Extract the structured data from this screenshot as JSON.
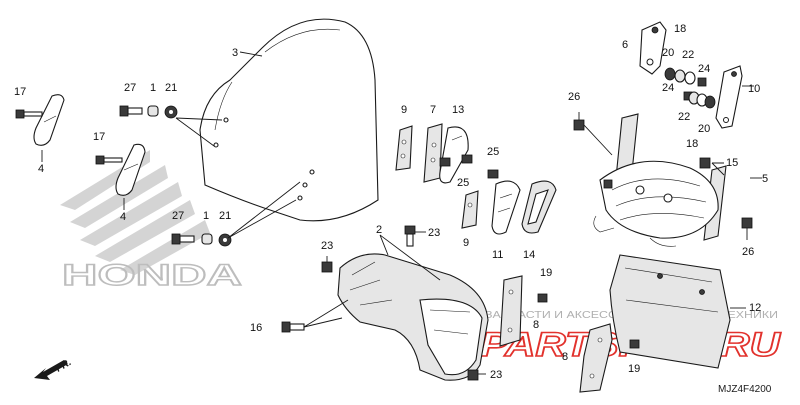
{
  "diagram": {
    "code": "MJZ4F4200",
    "watermark_brand": "HONDA",
    "watermark_caption": "ЗАПЧАСТИ И АКСЕССУАРЫ ДЛЯ МОТОТЕХНИКИ",
    "watermark_site": "PARTSFOR.RU",
    "front_label": "FR.",
    "colors": {
      "line": "#1a1a1a",
      "watermark_gray": "#c8c8c8",
      "watermark_red": "#e2322d"
    }
  },
  "callouts": {
    "c1a": "1",
    "c1b": "1",
    "c2": "2",
    "c3": "3",
    "c4a": "4",
    "c4b": "4",
    "c5": "5",
    "c6": "6",
    "c7": "7",
    "c8a": "8",
    "c8b": "8",
    "c9a": "9",
    "c9b": "9",
    "c10": "10",
    "c11": "11",
    "c12": "12",
    "c13": "13",
    "c14": "14",
    "c15": "15",
    "c16": "16",
    "c17a": "17",
    "c17b": "17",
    "c18a": "18",
    "c18b": "18",
    "c19a": "19",
    "c19b": "19",
    "c20a": "20",
    "c20b": "20",
    "c21a": "21",
    "c21b": "21",
    "c22a": "22",
    "c22b": "22",
    "c23a": "23",
    "c23b": "23",
    "c23c": "23",
    "c24a": "24",
    "c24b": "24",
    "c25a": "25",
    "c25b": "25",
    "c26a": "26",
    "c26b": "26",
    "c27a": "27",
    "c27b": "27"
  }
}
